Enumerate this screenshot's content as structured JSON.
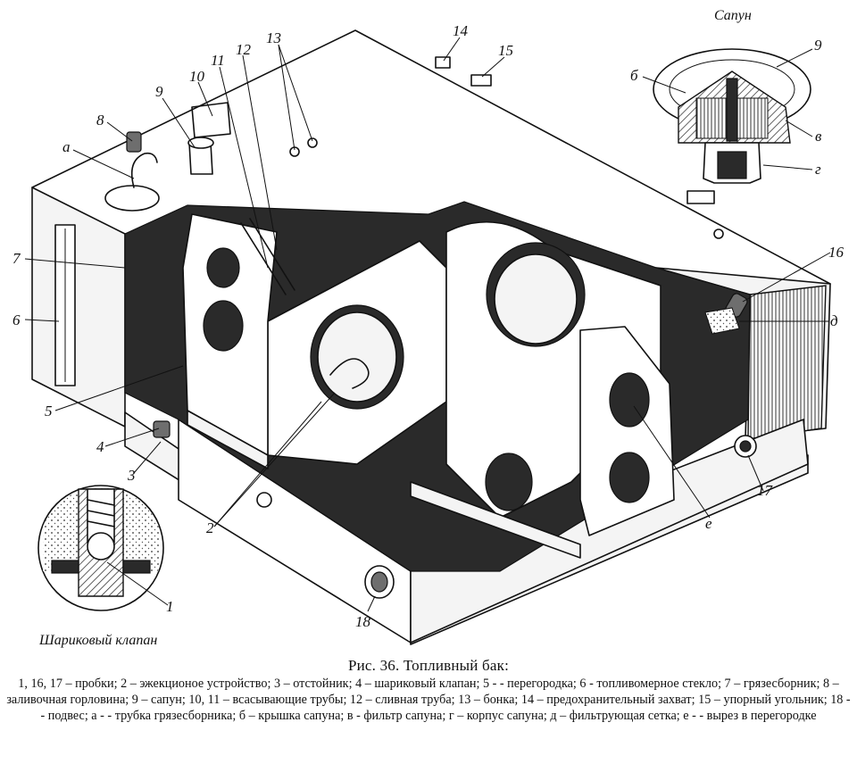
{
  "figure": {
    "insets": {
      "breather_title": "Сапун",
      "ball_valve_title": "Шариковый клапан"
    },
    "callouts": [
      "1",
      "2",
      "3",
      "4",
      "5",
      "6",
      "7",
      "8",
      "9",
      "10",
      "11",
      "12",
      "13",
      "14",
      "15",
      "16",
      "17",
      "18",
      "а",
      "б",
      "в",
      "г",
      "д",
      "е"
    ],
    "breather_callouts": [
      "9",
      "б",
      "в",
      "г"
    ],
    "icons": [
      "fuel-tank-drawing",
      "breather-cutaway",
      "ball-valve-cutaway"
    ]
  },
  "caption": {
    "title": "Рис. 36. Топливный бак:",
    "legend": "1, 16, 17 – пробки; 2 – эжекционое устройство; 3 – отстойник; 4 – шариковый клапан; 5 - - перегородка; 6 - топливомерное стекло; 7 – грязесборник; 8 – заливочная горловина; 9 – сапун; 10, 11 – всасывающие трубы; 12 – сливная труба; 13 – бонка; 14 – предохранительный захват; 15 – упорный угольник; 18 - - подвес; а - - трубка грязесборника; б – крышка сапуна; в - фильтр сапуна; г – корпус сапуна; д – фильтрующая сетка; е - - вырез в перегородке"
  }
}
